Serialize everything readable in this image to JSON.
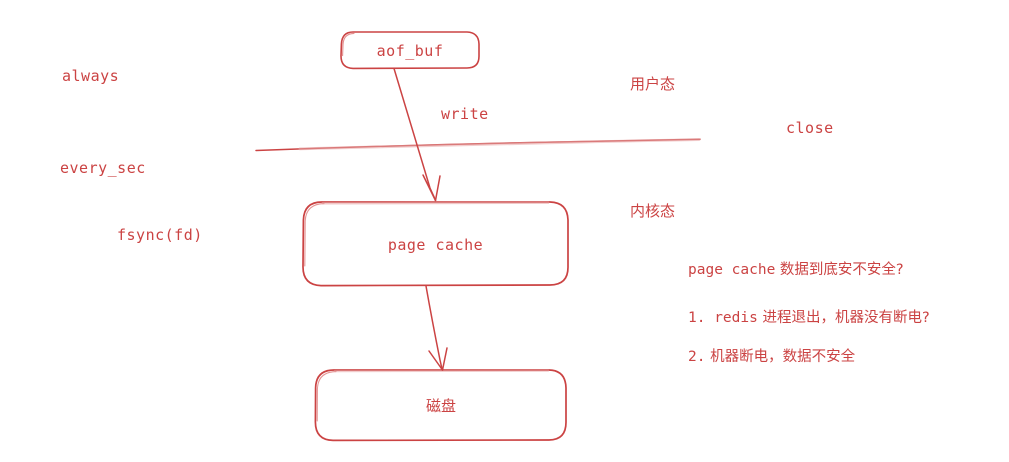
{
  "diagram": {
    "title": "redis AOF write / fsync flow",
    "stroke_color": "#cb4343",
    "text_color": "#cb4343",
    "background": "#ffffff"
  },
  "nodes": [
    {
      "id": "aof_buf",
      "label": "aof_buf"
    },
    {
      "id": "page_cache",
      "label": "page cache"
    },
    {
      "id": "disk",
      "label": "磁盘"
    }
  ],
  "edges": [
    {
      "id": "write-edge",
      "label": "write",
      "from": "aof_buf",
      "to": "page_cache"
    },
    {
      "id": "fsync-edge",
      "label": "",
      "from": "page_cache",
      "to": "disk"
    }
  ],
  "left_labels": {
    "always": "always",
    "every_sec": "every_sec",
    "fsync": "fsync(fd)"
  },
  "boundary": {
    "user_mode": "用户态",
    "kernel_mode": "内核态",
    "close_label": "close"
  },
  "notes": {
    "heading_mono": "page cache",
    "heading_cjk": " 数据到底安不安全?",
    "items": [
      {
        "index": "1.",
        "mono": " redis",
        "cjk": " 进程退出，机器没有断电?"
      },
      {
        "index": "2.",
        "mono": "",
        "cjk": " 机器断电，数据不安全"
      }
    ]
  }
}
